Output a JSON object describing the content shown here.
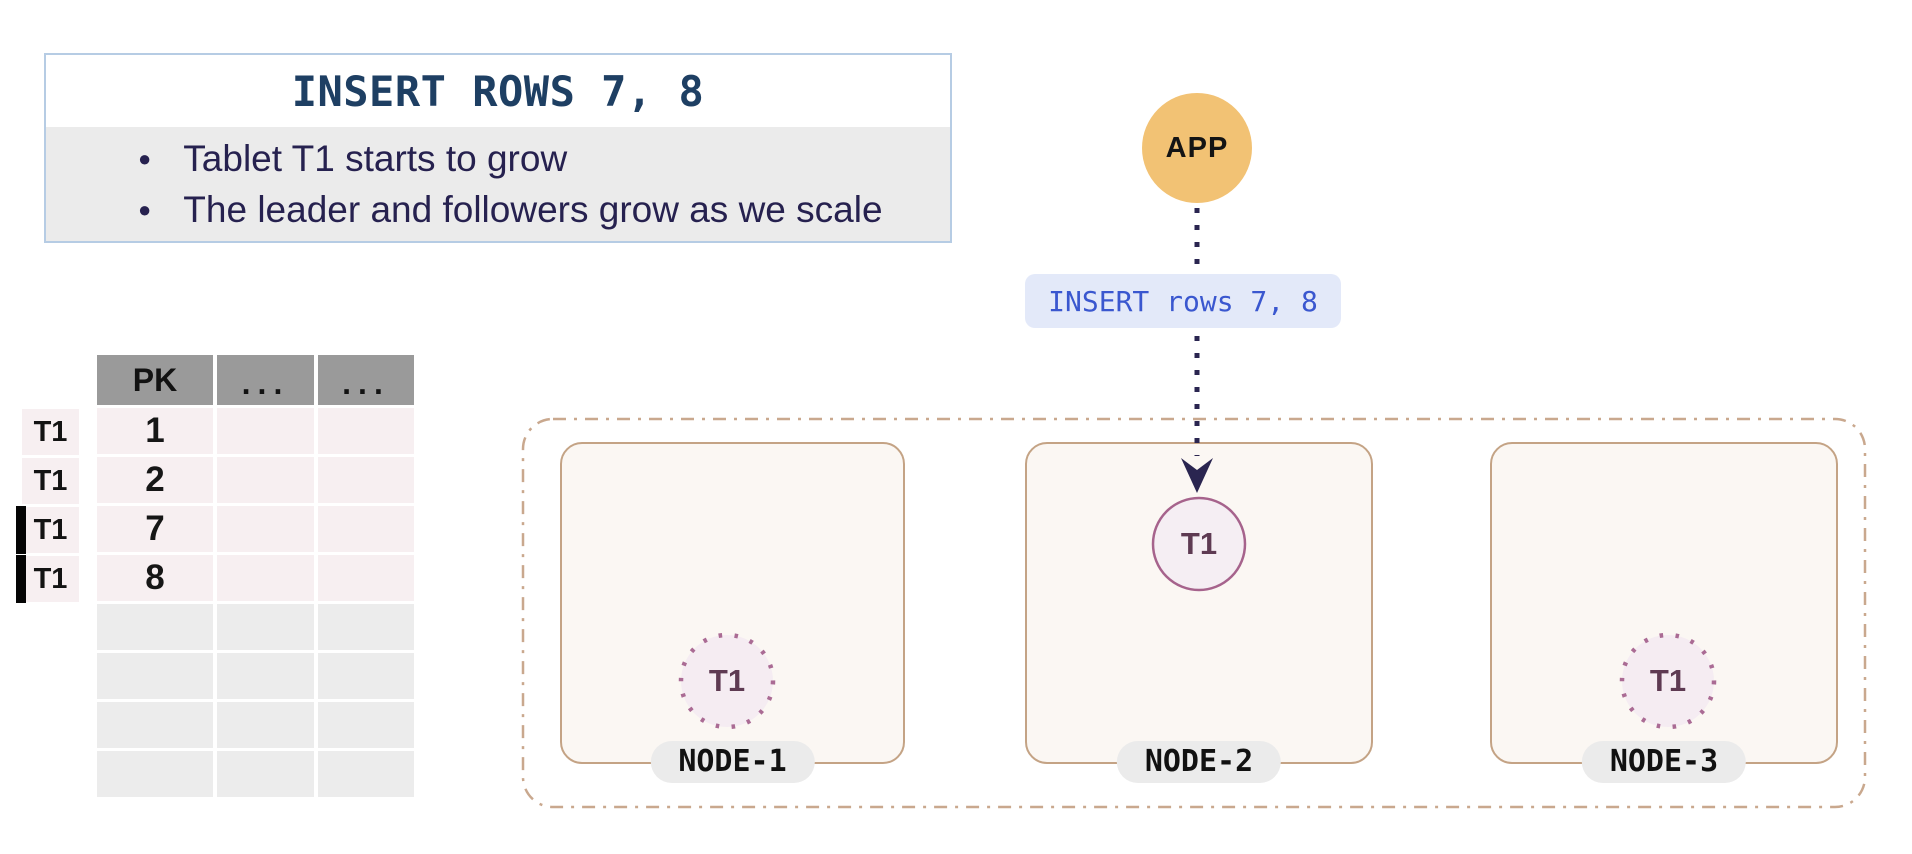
{
  "info_box": {
    "title": "INSERT ROWS 7, 8",
    "bullet_icon": "●",
    "bullets": [
      "Tablet T1 starts to grow",
      "The leader and followers grow as we scale"
    ]
  },
  "table": {
    "headers": [
      "PK",
      "...",
      "..."
    ],
    "rows": [
      {
        "label": "T1",
        "pk": "1",
        "inserted": false
      },
      {
        "label": "T1",
        "pk": "2",
        "inserted": false
      },
      {
        "label": "T1",
        "pk": "7",
        "inserted": true
      },
      {
        "label": "T1",
        "pk": "8",
        "inserted": true
      }
    ],
    "empty_row_count": 4
  },
  "app": {
    "label": "APP"
  },
  "request": {
    "label": "INSERT rows 7, 8"
  },
  "cluster": {
    "nodes": [
      {
        "name": "NODE-1",
        "tablet": {
          "label": "T1",
          "style": "dotted"
        }
      },
      {
        "name": "NODE-2",
        "tablet": {
          "label": "T1",
          "style": "solid"
        }
      },
      {
        "name": "NODE-3",
        "tablet": {
          "label": "T1",
          "style": "dotted"
        }
      }
    ]
  },
  "colors": {
    "info_border": "#b6cce4",
    "info_title_text": "#1e3f63",
    "info_bullet_bg": "#ebebeb",
    "info_bullet_text": "#26214f",
    "table_header_bg": "#9a9a9a",
    "table_row_pink": "#f7eff1",
    "table_row_gray": "#ececec",
    "insert_marker": "#050505",
    "app_circle": "#f2c274",
    "arrow": "#2a2550",
    "request_pill_bg": "#e3e9f9",
    "request_pill_text": "#3a57cf",
    "cluster_border": "#c9a88e",
    "node_bg": "#fbf7f3",
    "node_border": "#c4a385",
    "node_label_bg": "#ebebeb",
    "tablet_fill": "#f5ecf2",
    "tablet_stroke_dotted": "#aa6b94",
    "tablet_stroke_solid": "#a6638c",
    "tablet_text": "#5e3a52"
  }
}
